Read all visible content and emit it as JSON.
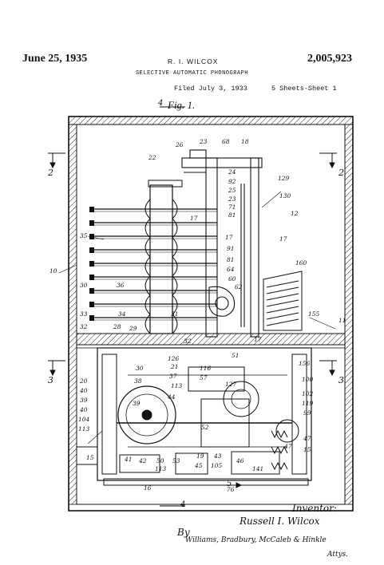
{
  "header": {
    "date": "June 25, 1935",
    "inventor": "R. I. WILCOX",
    "patent_number": "2,005,923",
    "title": "SELECTIVE AUTOMATIC PHONOGRAPH",
    "filed": "Filed July 3, 1933",
    "sheets": "5 Sheets-Sheet 1"
  },
  "figure": {
    "label": "Fig. 1."
  },
  "section_marks": {
    "left_top": "2",
    "right_top": "2",
    "left_mid": "3",
    "right_mid": "3",
    "top_mark": "4",
    "bottom_mark": "4",
    "bottom_five": "5"
  },
  "reference_numerals": {
    "top": [
      "26",
      "23",
      "68",
      "18",
      "22",
      "24",
      "92",
      "25",
      "23",
      "71",
      "129",
      "130",
      "12"
    ],
    "left": [
      "35",
      "10",
      "36",
      "30",
      "33",
      "32",
      "28",
      "29",
      "34",
      "31"
    ],
    "middle": [
      "17",
      "17",
      "81",
      "91",
      "81",
      "64",
      "60",
      "62",
      "17",
      "160",
      "155",
      "11"
    ],
    "lower_left": [
      "20",
      "40",
      "39",
      "40",
      "104",
      "113",
      "15",
      "30",
      "38",
      "39",
      "37",
      "113",
      "44",
      "41",
      "42",
      "50",
      "53",
      "113"
    ],
    "lower_right": [
      "156",
      "100",
      "102",
      "119",
      "99",
      "47",
      "15",
      "116",
      "57",
      "127",
      "52",
      "19",
      "43",
      "45",
      "105",
      "46",
      "76",
      "141",
      "16",
      "51",
      "21",
      "126",
      "32",
      "47",
      "17"
    ]
  },
  "signature": {
    "inventor_caption": "Inventor:",
    "inventor_name": "Russell I. Wilcox",
    "by": "By",
    "attorneys": "Williams, Bradbury, McCaleb & Hinkle",
    "attys_suffix": "Attys."
  }
}
